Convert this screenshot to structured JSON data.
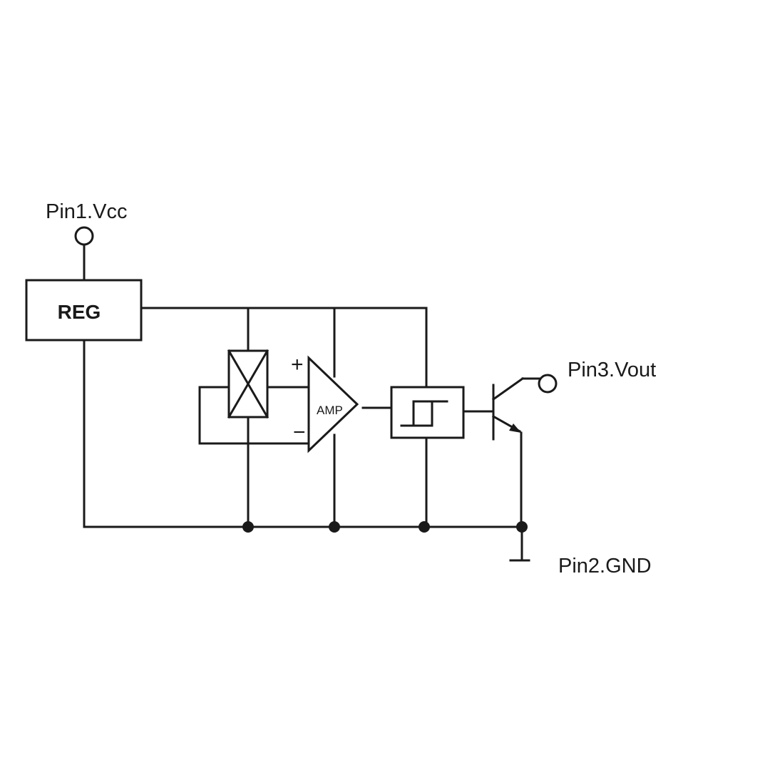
{
  "diagram": {
    "labels": {
      "pin1": "Pin1.Vcc",
      "pin2": "Pin2.GND",
      "pin3": "Pin3.Vout",
      "reg": "REG",
      "amp": "AMP",
      "amp_plus": "+",
      "amp_minus": "−"
    },
    "colors": {
      "line": "#1a1a1a",
      "background": "#ffffff"
    }
  }
}
